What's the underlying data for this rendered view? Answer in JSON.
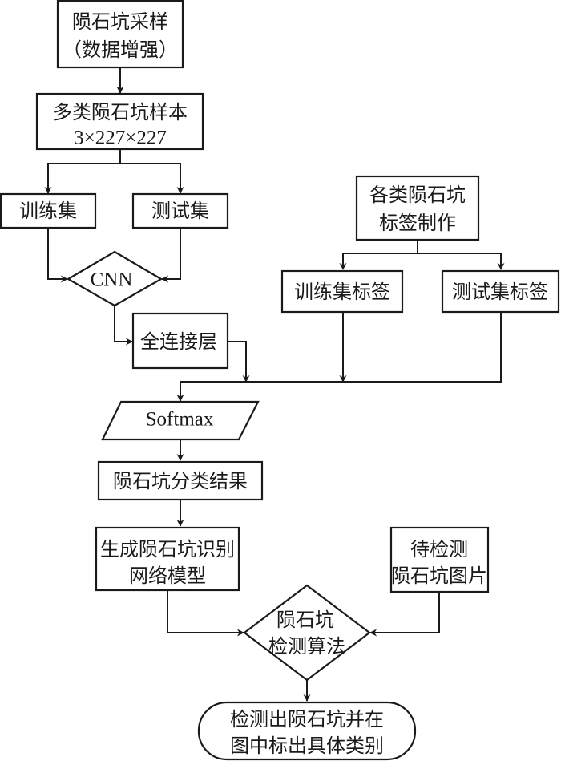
{
  "diagram": {
    "type": "flowchart",
    "colors": {
      "stroke": "#1a1a1a",
      "fill": "#ffffff"
    },
    "nodes": {
      "sampling": {
        "shape": "process",
        "lines": [
          "陨石坑采样",
          "（数据增强）"
        ]
      },
      "samples": {
        "shape": "process",
        "lines": [
          "多类陨石坑样本",
          "3×227×227"
        ]
      },
      "train_set": {
        "shape": "process",
        "lines": [
          "训练集"
        ]
      },
      "test_set": {
        "shape": "process",
        "lines": [
          "测试集"
        ]
      },
      "cnn": {
        "shape": "decision",
        "lines": [
          "CNN"
        ]
      },
      "fc_layer": {
        "shape": "process",
        "lines": [
          "全连接层"
        ]
      },
      "label_making": {
        "shape": "process",
        "lines": [
          "各类陨石坑",
          "标签制作"
        ]
      },
      "train_labels": {
        "shape": "process",
        "lines": [
          "训练集标签"
        ]
      },
      "test_labels": {
        "shape": "process",
        "lines": [
          "测试集标签"
        ]
      },
      "softmax": {
        "shape": "data",
        "lines": [
          "Softmax"
        ]
      },
      "classification_result": {
        "shape": "process",
        "lines": [
          "陨石坑分类结果"
        ]
      },
      "model_generation": {
        "shape": "process",
        "lines": [
          "生成陨石坑识别",
          "网络模型"
        ]
      },
      "images_to_detect": {
        "shape": "process",
        "lines": [
          "待检测",
          "陨石坑图片"
        ]
      },
      "detection_algorithm": {
        "shape": "decision",
        "lines": [
          "陨石坑",
          "检测算法"
        ]
      },
      "output": {
        "shape": "terminal",
        "lines": [
          "检测出陨石坑并在",
          "图中标出具体类别"
        ]
      }
    },
    "edges": [
      {
        "from": "sampling",
        "to": "samples"
      },
      {
        "from": "samples",
        "to": "train_set"
      },
      {
        "from": "samples",
        "to": "test_set"
      },
      {
        "from": "train_set",
        "to": "cnn"
      },
      {
        "from": "test_set",
        "to": "cnn"
      },
      {
        "from": "cnn",
        "to": "fc_layer"
      },
      {
        "from": "label_making",
        "to": "train_labels"
      },
      {
        "from": "label_making",
        "to": "test_labels"
      },
      {
        "from": "fc_layer",
        "to": "softmax"
      },
      {
        "from": "train_labels",
        "to": "softmax"
      },
      {
        "from": "test_labels",
        "to": "softmax"
      },
      {
        "from": "softmax",
        "to": "classification_result"
      },
      {
        "from": "classification_result",
        "to": "model_generation"
      },
      {
        "from": "model_generation",
        "to": "detection_algorithm"
      },
      {
        "from": "images_to_detect",
        "to": "detection_algorithm"
      },
      {
        "from": "detection_algorithm",
        "to": "output"
      }
    ]
  }
}
